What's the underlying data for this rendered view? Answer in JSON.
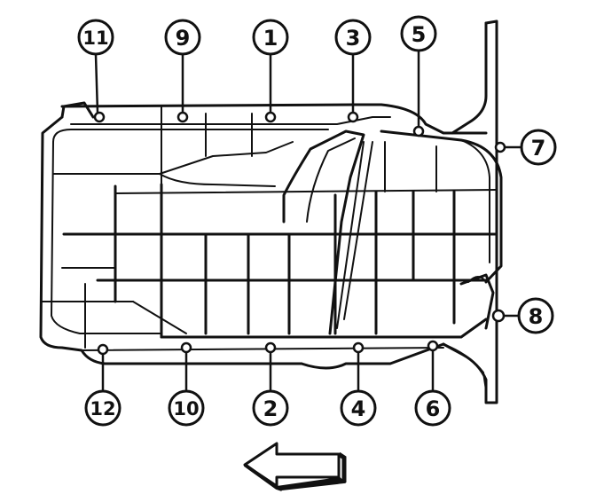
{
  "callouts": [
    {
      "id": "1",
      "label": "1"
    },
    {
      "id": "2",
      "label": "2"
    },
    {
      "id": "3",
      "label": "3"
    },
    {
      "id": "4",
      "label": "4"
    },
    {
      "id": "5",
      "label": "5"
    },
    {
      "id": "6",
      "label": "6"
    },
    {
      "id": "7",
      "label": "7"
    },
    {
      "id": "8",
      "label": "8"
    },
    {
      "id": "9",
      "label": "9"
    },
    {
      "id": "10",
      "label": "10"
    },
    {
      "id": "11",
      "label": "11"
    },
    {
      "id": "12",
      "label": "12"
    }
  ],
  "direction_arrow": {
    "direction": "left",
    "color": "#111111"
  },
  "colors": {
    "line": "#111111",
    "background": "#ffffff"
  }
}
